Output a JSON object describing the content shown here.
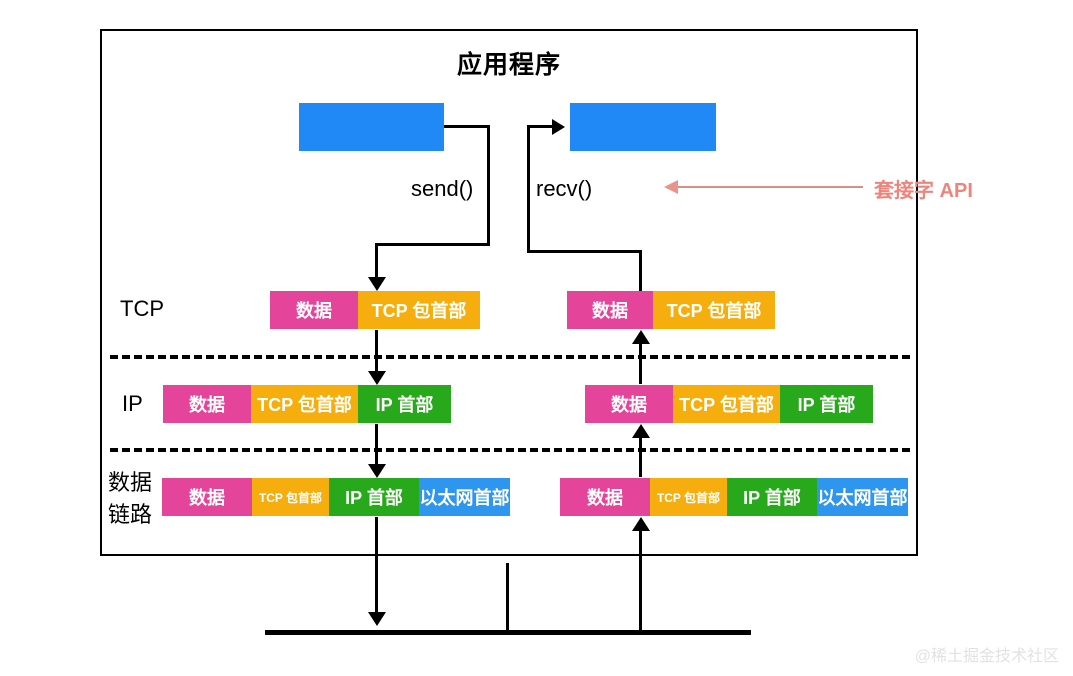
{
  "diagram": {
    "title": "应用程序",
    "watermark": "@稀土掘金技术社区",
    "colors": {
      "data": "#e5449b",
      "tcp_header": "#f5ae0d",
      "ip_header": "#27a91b",
      "ethernet_header": "#2f96f0",
      "process_box": "#2089f5",
      "annotation": "#f0847c",
      "stroke": "#000000"
    }
  },
  "processes": {
    "left_label": "",
    "right_label": ""
  },
  "calls": {
    "send": "send()",
    "recv": "recv()"
  },
  "annotation": {
    "socket_api": "套接字 API"
  },
  "layers": [
    {
      "id": "tcp",
      "label": "TCP"
    },
    {
      "id": "ip",
      "label": "IP"
    },
    {
      "id": "link",
      "label_line1": "数据",
      "label_line2": "链路"
    }
  ],
  "packets": {
    "tcp_left": {
      "segments": [
        {
          "name": "数据",
          "color": "#e5449b",
          "width": 88,
          "size": "normal"
        },
        {
          "name": "TCP 包首部",
          "color": "#f5ae0d",
          "width": 122,
          "size": "normal"
        }
      ]
    },
    "tcp_right": {
      "segments": [
        {
          "name": "数据",
          "color": "#e5449b",
          "width": 86,
          "size": "normal"
        },
        {
          "name": "TCP 包首部",
          "color": "#f5ae0d",
          "width": 122,
          "size": "normal"
        }
      ]
    },
    "ip_left": {
      "segments": [
        {
          "name": "数据",
          "color": "#e5449b",
          "width": 88,
          "size": "normal"
        },
        {
          "name": "TCP 包首部",
          "color": "#f5ae0d",
          "width": 107,
          "size": "normal"
        },
        {
          "name": "IP 首部",
          "color": "#27a91b",
          "width": 93,
          "size": "normal"
        }
      ]
    },
    "ip_right": {
      "segments": [
        {
          "name": "数据",
          "color": "#e5449b",
          "width": 88,
          "size": "normal"
        },
        {
          "name": "TCP 包首部",
          "color": "#f5ae0d",
          "width": 107,
          "size": "normal"
        },
        {
          "name": "IP 首部",
          "color": "#27a91b",
          "width": 93,
          "size": "normal"
        }
      ]
    },
    "link_left": {
      "segments": [
        {
          "name": "数据",
          "color": "#e5449b",
          "width": 90,
          "size": "normal"
        },
        {
          "name": "TCP 包首部",
          "color": "#f5ae0d",
          "width": 77,
          "size": "small"
        },
        {
          "name": "IP 首部",
          "color": "#27a91b",
          "width": 90,
          "size": "normal"
        },
        {
          "name": "以太网首部",
          "color": "#2f96f0",
          "width": 91,
          "size": "normal"
        }
      ]
    },
    "link_right": {
      "segments": [
        {
          "name": "数据",
          "color": "#e5449b",
          "width": 90,
          "size": "normal"
        },
        {
          "name": "TCP 包首部",
          "color": "#f5ae0d",
          "width": 77,
          "size": "small"
        },
        {
          "name": "IP 首部",
          "color": "#27a91b",
          "width": 90,
          "size": "normal"
        },
        {
          "name": "以太网首部",
          "color": "#2f96f0",
          "width": 91,
          "size": "normal"
        }
      ]
    }
  }
}
